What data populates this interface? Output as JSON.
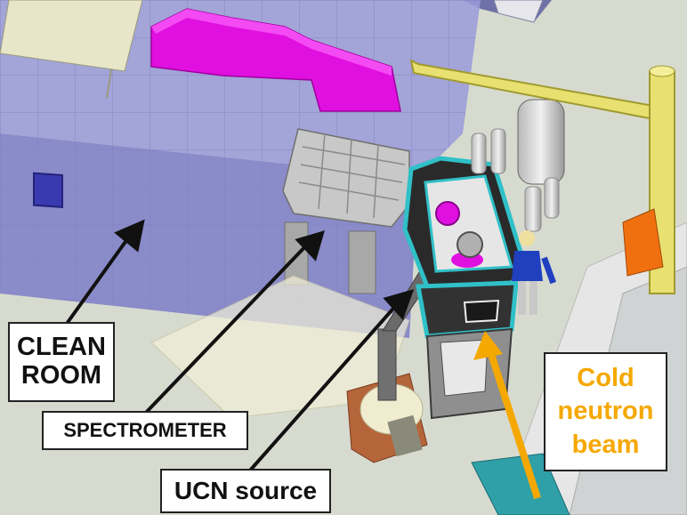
{
  "labels": {
    "clean_room": [
      "CLEAN",
      "ROOM"
    ],
    "spectrometer": "SPECTROMETER",
    "ucn_source": "UCN source",
    "cold_neutron_beam": [
      "Cold",
      "neutron",
      "beam"
    ]
  },
  "colors": {
    "clean_room_glass": "#8f8fd8",
    "magenta_duct": "#e010e0",
    "yellow_crane": "#e8e070",
    "orange_support": "#f07010",
    "teal_frame": "#30c0c8",
    "beam_arrow": "#f5a800",
    "pointer_arrow": "#111111",
    "person_shirt": "#2040c0",
    "floor": "#d9ddd0"
  }
}
